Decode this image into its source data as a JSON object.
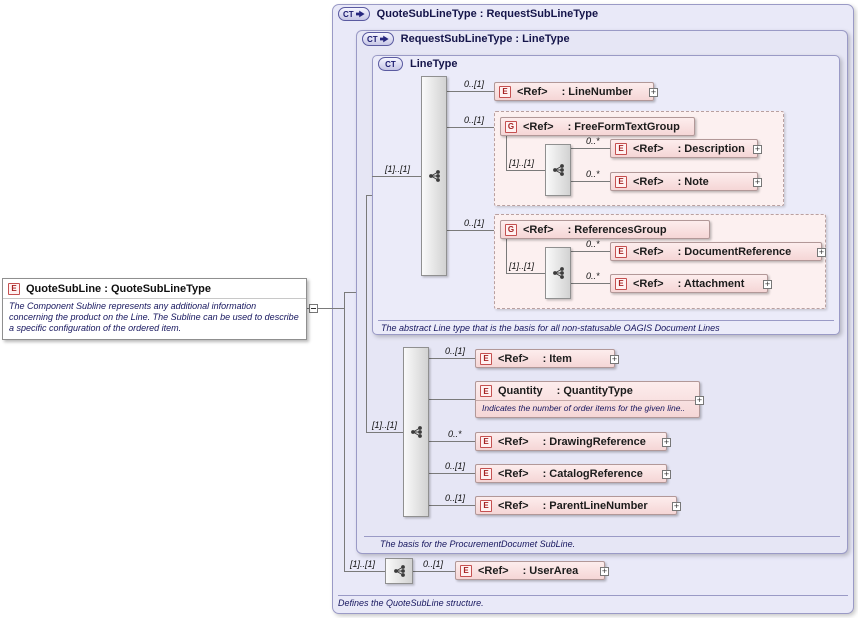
{
  "ui": {
    "plus": "+"
  },
  "source_element": {
    "icon": "E",
    "title": "QuoteSubLine : QuoteSubLineType",
    "annotation": "The Component Subline represents any additional information concerning the product on the Line.  The Subline can be used to describe a specific configuration of the ordered item."
  },
  "outer_type": {
    "badge": "CT",
    "title": "QuoteSubLineType : RequestSubLineType",
    "footer": "Defines the QuoteSubLine structure."
  },
  "request_type": {
    "badge": "CT",
    "title": "RequestSubLineType : LineType",
    "footer": "The basis for the ProcurementDocumet SubLine."
  },
  "line_type": {
    "badge": "CT",
    "title": "LineType",
    "footer": "The abstract Line type that is the basis for all non-statusable OAGIS Document Lines",
    "seq_card": "[1]..[1]",
    "children": [
      {
        "card": "0..[1]",
        "icon": "E",
        "name": "<Ref>",
        "type": ": LineNumber"
      },
      {
        "card": "0..[1]",
        "icon": "G",
        "name": "<Ref>",
        "type": ": FreeFormTextGroup",
        "seq_card": "[1]..[1]",
        "children": [
          {
            "card": "0..*",
            "icon": "E",
            "name": "<Ref>",
            "type": ": Description"
          },
          {
            "card": "0..*",
            "icon": "E",
            "name": "<Ref>",
            "type": ": Note"
          }
        ]
      },
      {
        "card": "0..[1]",
        "icon": "G",
        "name": "<Ref>",
        "type": ": ReferencesGroup",
        "seq_card": "[1]..[1]",
        "children": [
          {
            "card": "0..*",
            "icon": "E",
            "name": "<Ref>",
            "type": ": DocumentReference"
          },
          {
            "card": "0..*",
            "icon": "E",
            "name": "<Ref>",
            "type": ": Attachment"
          }
        ]
      }
    ]
  },
  "extension": {
    "seq_card": "[1]..[1]",
    "children": [
      {
        "card": "0..[1]",
        "icon": "E",
        "name": "<Ref>",
        "type": ": Item"
      },
      {
        "icon": "E",
        "name": "Quantity",
        "type": ": QuantityType",
        "annotation": "Indicates the number of order items for the given line.."
      },
      {
        "card": "0..*",
        "icon": "E",
        "name": "<Ref>",
        "type": ": DrawingReference"
      },
      {
        "card": "0..[1]",
        "icon": "E",
        "name": "<Ref>",
        "type": ": CatalogReference"
      },
      {
        "card": "0..[1]",
        "icon": "E",
        "name": "<Ref>",
        "type": ": ParentLineNumber"
      }
    ]
  },
  "user_area": {
    "seq_card": "[1]..[1]",
    "card": "0..[1]",
    "icon": "E",
    "name": "<Ref>",
    "type": ": UserArea"
  }
}
